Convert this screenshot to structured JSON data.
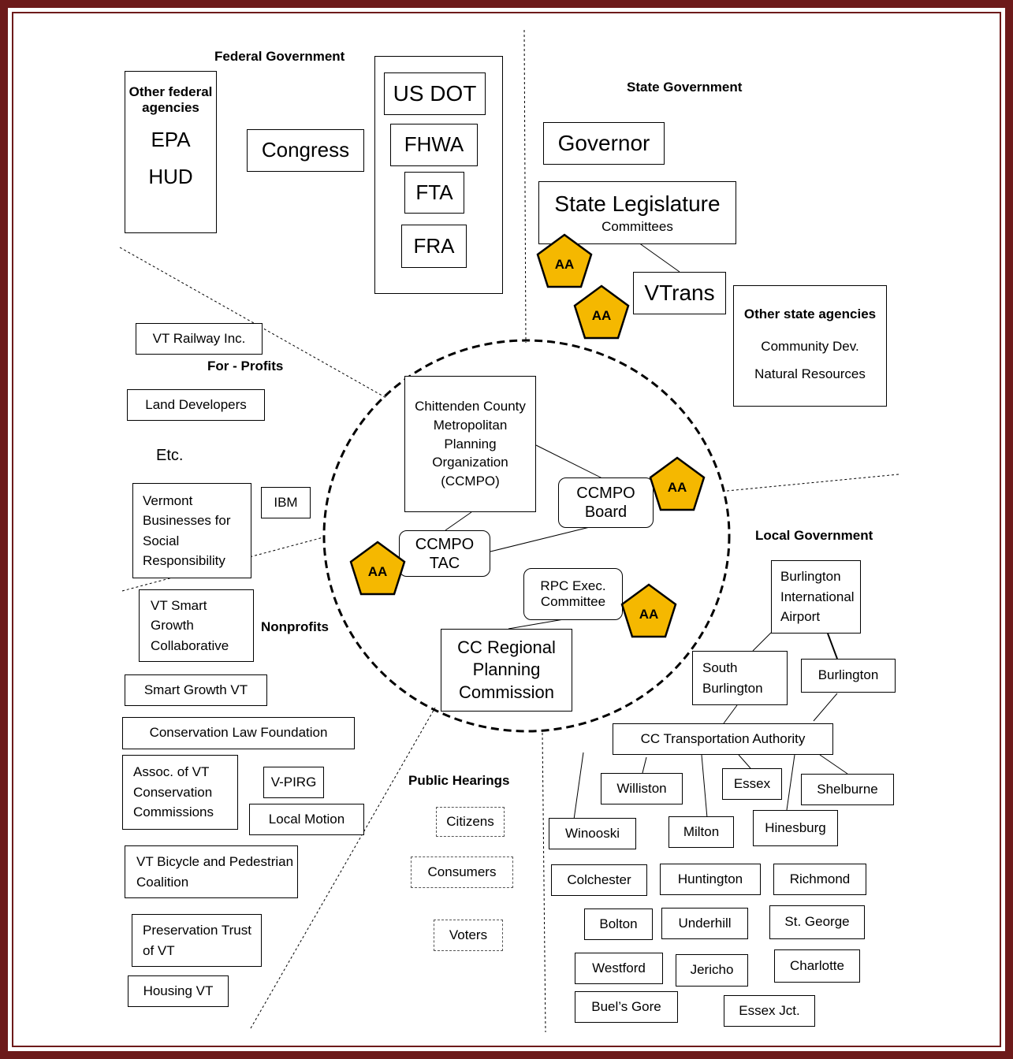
{
  "sections": {
    "federal": "Federal Government",
    "state": "State Government",
    "for_profits": "For - Profits",
    "nonprofits": "Nonprofits",
    "local": "Local Government",
    "public_hearings": "Public Hearings"
  },
  "federal": {
    "other_agencies_title": "Other federal agencies",
    "epa": "EPA",
    "hud": "HUD",
    "congress": "Congress",
    "usdot": "US DOT",
    "fhwa": "FHWA",
    "fta": "FTA",
    "fra": "FRA"
  },
  "state": {
    "governor": "Governor",
    "legislature": "State Legislature",
    "committees": "Committees",
    "vtrans": "VTrans",
    "other_agencies_title": "Other state agencies",
    "community_dev": "Community Dev.",
    "natural_resources": "Natural Resources"
  },
  "for_profits": {
    "vt_railway": "VT Railway Inc.",
    "land_developers": "Land Developers",
    "etc": "Etc.",
    "vbsr": "Vermont Businesses for Social Responsibility",
    "ibm": "IBM"
  },
  "center": {
    "ccmpo": "Chittenden County Metropolitan Planning Organization (CCMPO)",
    "ccmpo_board": "CCMPO Board",
    "ccmpo_tac": "CCMPO TAC",
    "rpc_exec": "RPC Exec. Committee",
    "ccrpc": "CC Regional Planning Commission",
    "aa": "AA"
  },
  "nonprofits": {
    "vt_smart_growth_collab": "VT Smart Growth Collaborative",
    "smart_growth_vt": "Smart Growth VT",
    "clf": "Conservation Law Foundation",
    "assoc_vt_cons": "Assoc. of VT Conservation Commissions",
    "vpirg": "V-PIRG",
    "local_motion": "Local Motion",
    "vt_bike_ped": "VT Bicycle and Pedestrian Coalition",
    "preservation_trust": "Preservation Trust of VT",
    "housing_vt": "Housing VT"
  },
  "public": {
    "citizens": "Citizens",
    "consumers": "Consumers",
    "voters": "Voters"
  },
  "local": {
    "btv_airport": "Burlington International Airport",
    "south_burlington": "South Burlington",
    "burlington": "Burlington",
    "ccta": "CC Transportation Authority",
    "williston": "Williston",
    "essex": "Essex",
    "shelburne": "Shelburne",
    "winooski": "Winooski",
    "milton": "Milton",
    "hinesburg": "Hinesburg",
    "colchester": "Colchester",
    "huntington": "Huntington",
    "richmond": "Richmond",
    "bolton": "Bolton",
    "underhill": "Underhill",
    "st_george": "St. George",
    "westford": "Westford",
    "jericho": "Jericho",
    "charlotte": "Charlotte",
    "buels_gore": "Buel’s Gore",
    "essex_jct": "Essex Jct."
  },
  "colors": {
    "frame": "#6d1a1a",
    "pentagon_fill": "#f5b800",
    "pentagon_stroke": "#000000"
  }
}
